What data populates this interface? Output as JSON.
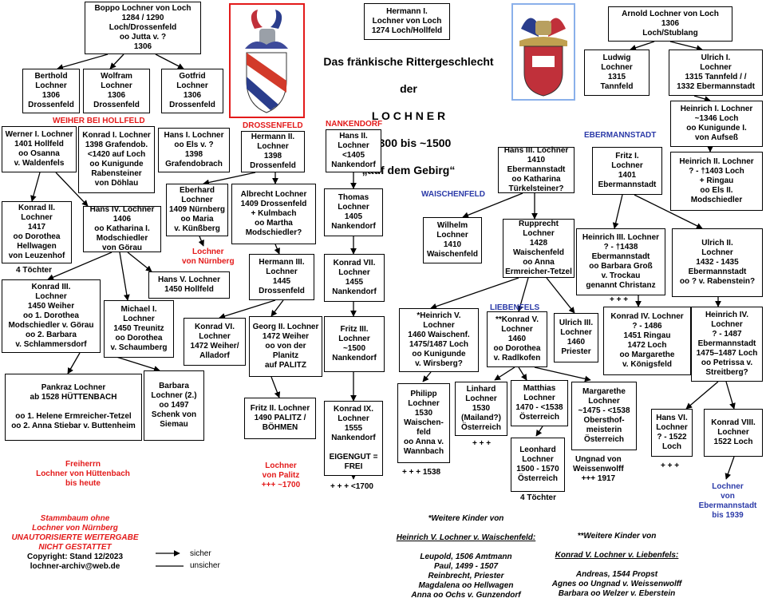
{
  "title": {
    "line1": "Das fränkische Rittergeschlecht",
    "line2": "der",
    "line3": "L O C H N E R",
    "line4": "~1300 bis ~1500",
    "line5": "„auf dem Gebirg“"
  },
  "colors": {
    "accent_red": "#e31a1a",
    "accent_blue": "#2b3aa8"
  },
  "persons": {
    "boppo": "Boppo Lochner von Loch\n1284 / 1290\nLoch/Drossenfeld\noo Jutta v. ?\n1306",
    "hermann1": "Hermann I.\nLochner von Loch\n1274 Loch/Hollfeld",
    "arnold": "Arnold Lochner von Loch\n1306\nLoch/Stublang",
    "berthold": "Berthold\nLochner\n1306\nDrossenfeld",
    "wolfram": "Wolfram\nLochner\n1306\nDrossenfeld",
    "gotfrid": "Gotfrid\nLochner\n1306\nDrossenfeld",
    "ludwig": "Ludwig\nLochner\n1315\nTannfeld",
    "ulrich1": "Ulrich I.\nLochner\n1315 Tannfeld / /\n1332 Ebermannstadt",
    "heinrich1": "Heinrich I. Lochner\n~1346 Loch\noo Kunigunde I.\nvon Aufseß",
    "werner": "Werner I. Lochner\n1401 Hollfeld\noo Osanna\nv. Waldenfels",
    "konrad1": "Konrad I. Lochner\n1398 Grafendob.\n<1420 auf Loch\noo Kunigunde\nRabensteiner\nvon Döhlau",
    "hans1": "Hans I. Lochner\noo Els v. ?\n1398\nGrafendobrach",
    "hermann2": "Hermann II.\nLochner\n1398\nDrossenfeld",
    "hans2": "Hans II.\nLochner\n<1405\nNankendorf",
    "hans3": "Hans III. Lochner\n1410\nEbermannstadt\noo Katharina\nTürkelsteiner?",
    "fritz1": "Fritz I.\nLochner\n1401\nEbermannstadt",
    "heinrich2": "Heinrich II. Lochner\n? - †1403 Loch\n+ Ringau\noo Els II.\nModschiedler",
    "konrad2": "Konrad II.\nLochner\n1417\noo Dorothea\nHellwagen\nvon Leuzenhof",
    "hans4": "Hans IV. Lochner\n1406\noo Katharina I.\nModschiedler\nvon Görau",
    "eberhard": "Eberhard\nLochner\n1409 Nürnberg\noo Maria\nv. Künßberg",
    "albrecht": "Albrecht Lochner\n1409 Drossenfeld\n+ Kulmbach\noo Martha\nModschiedler?",
    "thomas": "Thomas\nLochner\n1405\nNankendorf",
    "wilhelm": "Wilhelm\nLochner\n1410\nWaischenfeld",
    "rupprecht": "Rupprecht\nLochner\n1428\nWaischenfeld\noo Anna\nErmreicher-Tetzel",
    "heinrich3": "Heinrich III. Lochner\n? - †1438\nEbermannstadt\noo Barbara Groß\nv. Trockau\ngenannt Christanz",
    "ulrich2": "Ulrich II.\nLochner\n1432 - 1435\nEbermannstadt\noo ? v. Rabenstein?",
    "hermann3": "Hermann III.\nLochner\n1445\nDrossenfeld",
    "konrad7": "Konrad VII.\nLochner\n1455\nNankendorf",
    "hans5": "Hans V. Lochner\n1450 Hollfeld",
    "konrad3": "Konrad III.\nLochner\n1450 Weiher\noo 1. Dorothea\nModschiedler v. Görau\noo 2. Barbara\nv. Schlammersdorf",
    "michael": "Michael I.\nLochner\n1450 Treunitz\noo Dorothea\nv. Schaumberg",
    "konrad6": "Konrad VI.\nLochner\n1472 Weiher/\nAlladorf",
    "georg2": "Georg II. Lochner\n1472 Weiher\noo von der\nPlanitz\nauf PALITZ",
    "fritz3": "Fritz III.\nLochner\n~1500\nNankendorf",
    "heinrich5": "*Heinrich V.\nLochner\n1460 Waischenf.\n1475/1487 Loch\noo Kunigunde\nv. Wirsberg?",
    "konrad5": "**Konrad V.\nLochner\n1460\noo Dorothea\nv. Radlkofen",
    "ulrich3": "Ulrich III.\nLochner\n1460\nPriester",
    "konrad4": "Konrad IV. Lochner\n? - 1486\n1451 Ringau\n1472 Loch\noo Margarethe\nv. Königsfeld",
    "heinrich4": "Heinrich IV.\nLochner\n? - 1487\nEbermannstadt\n1475–1487 Loch\noo Petrissa v.\nStreitberg?",
    "pankraz": "Pankraz Lochner\nab 1528 HÜTTENBACH\n\noo 1. Helene Ermreicher-Tetzel\noo 2. Anna Stiebar v. Buttenheim",
    "barbara": "Barbara\nLochner (2.)\noo 1497\nSchenk von\nSiemau",
    "fritz2": "Fritz II. Lochner\n1490 PALITZ /\nBÖHMEN",
    "konrad9": "Konrad IX.\nLochner\n1555\nNankendorf\n\nEIGENGUT =\nFREI",
    "philipp": "Philipp\nLochner\n1530\nWaischen-\nfeld\noo Anna v.\nWannbach",
    "linhard": "Linhard\nLochner\n1530\n(Mailand?)\nÖsterreich",
    "matthias": "Matthias\nLochner\n1470 - <1538\nÖsterreich",
    "margarethe": "Margarethe\nLochner\n~1475 - <1538\nOberst­hof-\nmeisterin\nÖsterreich",
    "leonhard": "Leonhard\nLochner\n1500 - 1570\nÖsterreich",
    "hans6": "Hans VI.\nLochner\n? - 1522\nLoch",
    "konrad8": "Konrad VIII.\nLochner\n1522 Loch"
  },
  "labels": {
    "weiher_hollfeld": "WEIHER BEI HOLLFELD",
    "drossenfeld": "DROSSENFELD",
    "nankendorf": "NANKENDORF",
    "ebermannstadt": "EBERMANNSTADT",
    "waischenfeld": "WAISCHENFELD",
    "liebenfels": "LIEBENFELS",
    "nuernberg": "Lochner\nvon Nürnberg",
    "toechter4a": "4 Töchter",
    "toechter4b": "4 Töchter",
    "huettenbach": "Freiherrn\nLochner von Hüttenbach\nbis heute",
    "palitz": "Lochner\nvon Palitz\n+++ ~1700",
    "nankendorf_end": "+ + + <1700",
    "ebermannstadt_end": "Lochner\nvon\nEbermannstadt\nbis 1939",
    "cross1538": "+ + + 1538",
    "cross_linhard": "+ + +",
    "cross_heinrich3": "+ + +",
    "cross_hans6": "+ + +",
    "ungnad": "Ungnad von\nWeissenwolff\n+++ 1917"
  },
  "notes": {
    "heinrich_head": "*Weitere Kinder von",
    "heinrich_name": "Heinrich V. Lochner v. Waischenfeld:",
    "heinrich_body": "Leupold, 1506 Amtmann\nPaul, 1499 - 1507\nReinbrecht, Priester\nMagdalena oo Hellwagen\nAnna oo Ochs v. Gunzendorf",
    "konrad_head": "**Weitere Kinder von",
    "konrad_name": "Konrad V. Lochner v. Liebenfels:",
    "konrad_body": "Andreas, 1544 Propst\nAgnes oo Ungnad v. Weissenwolff\nBarbara oo Welzer v. Eberstein",
    "disclaimer": "Stammbaum ohne\nLochner von Nürnberg\nUNAUTORISIERTE WEITERGABE\nNICHT GESTATTET",
    "copyright": "Copyright: Stand 12/2023\nlochner-archiv@web.de"
  },
  "legend": {
    "solid": "sicher",
    "dashed": "unsicher"
  }
}
